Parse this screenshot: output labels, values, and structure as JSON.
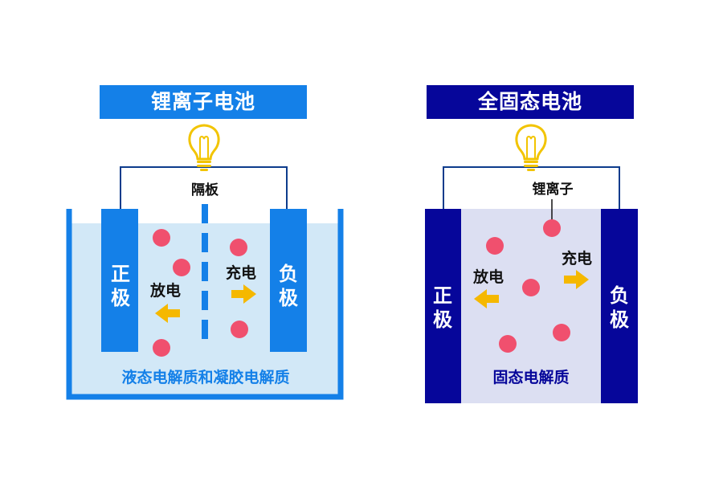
{
  "colors": {
    "liion_primary": "#1480e8",
    "liion_electrolyte": "#d2e8f7",
    "solid_primary": "#06069a",
    "solid_electrolyte": "#dcdff2",
    "ion": "#f0506e",
    "arrow": "#f5b800",
    "bulb": "#f2c400",
    "wire": "#0d3c8c",
    "text_dark": "#111111"
  },
  "liion": {
    "title": "锂离子电池",
    "separator_label": "隔板",
    "positive_label": "正极",
    "negative_label": "负极",
    "discharge_label": "放电",
    "charge_label": "充电",
    "electrolyte_label": "液态电解质和凝胶电解质",
    "bulb_icon": "lightbulb-icon"
  },
  "solid": {
    "title": "全固态电池",
    "ion_label": "锂离子",
    "positive_label": "正极",
    "negative_label": "负极",
    "discharge_label": "放电",
    "charge_label": "充电",
    "electrolyte_label": "固态电解质",
    "bulb_icon": "lightbulb-icon"
  }
}
